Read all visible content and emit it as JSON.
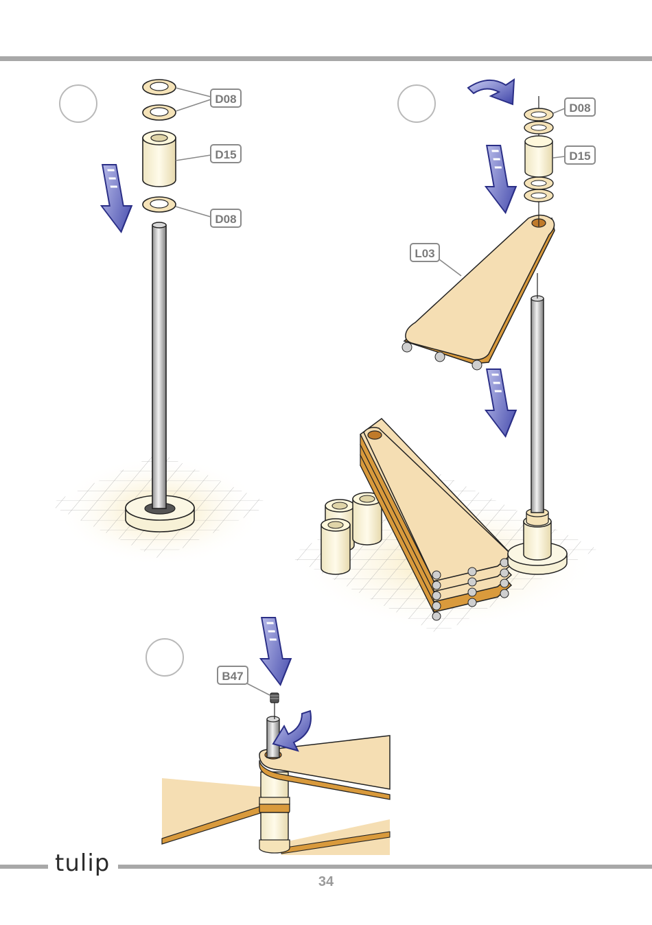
{
  "header": {},
  "steps": [
    {
      "parts": [
        {
          "code": "D08"
        },
        {
          "code": "D15"
        },
        {
          "code": "D08"
        }
      ]
    },
    {
      "parts": [
        {
          "code": "D08"
        },
        {
          "code": "D15"
        },
        {
          "code": "L03"
        }
      ]
    },
    {
      "parts": [
        {
          "code": "B47"
        }
      ]
    }
  ],
  "footer": {
    "brand": "tulip",
    "page_number": "34"
  },
  "colors": {
    "rule": "#a8a8a8",
    "wood": "#f5deb3",
    "wood_edge": "#d99a3c",
    "arrow": "#3b3f9e",
    "spacer": "#f7f1d6"
  }
}
